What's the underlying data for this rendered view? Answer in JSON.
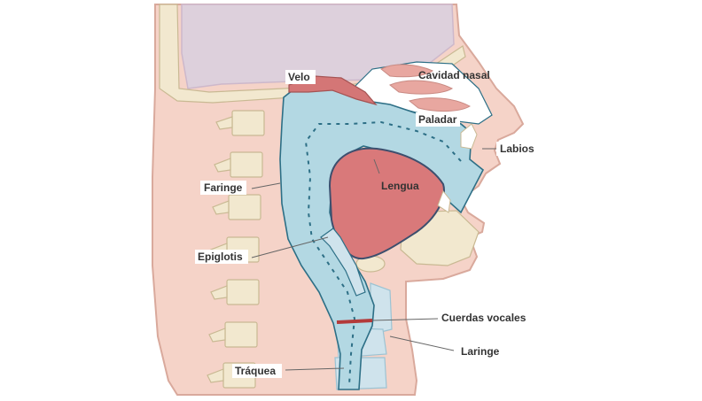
{
  "diagram": {
    "labels": {
      "velo": "Velo",
      "cavidad_nasal": "Cavidad nasal",
      "paladar": "Paladar",
      "labios": "Labios",
      "faringe": "Faringe",
      "lengua": "Lengua",
      "epiglotis": "Epiglotis",
      "cuerdas_vocales": "Cuerdas vocales",
      "laringe": "Laringe",
      "traquea": "Tráquea"
    },
    "colors": {
      "skin": "#f5d3c8",
      "skin_outline": "#d9a99c",
      "brain": "#ddd0dc",
      "bone": "#f2e8cf",
      "bone_outline": "#c9b993",
      "airway": "#b3d8e3",
      "airway_outline": "#2d6f86",
      "tongue": "#d9797a",
      "tongue_outline": "#3d4f6e",
      "velo": "#d47676",
      "nasal_turbinate": "#e8a7a0",
      "vocal_cords": "#b33a3a",
      "cartilage": "#cfe3ec"
    }
  }
}
